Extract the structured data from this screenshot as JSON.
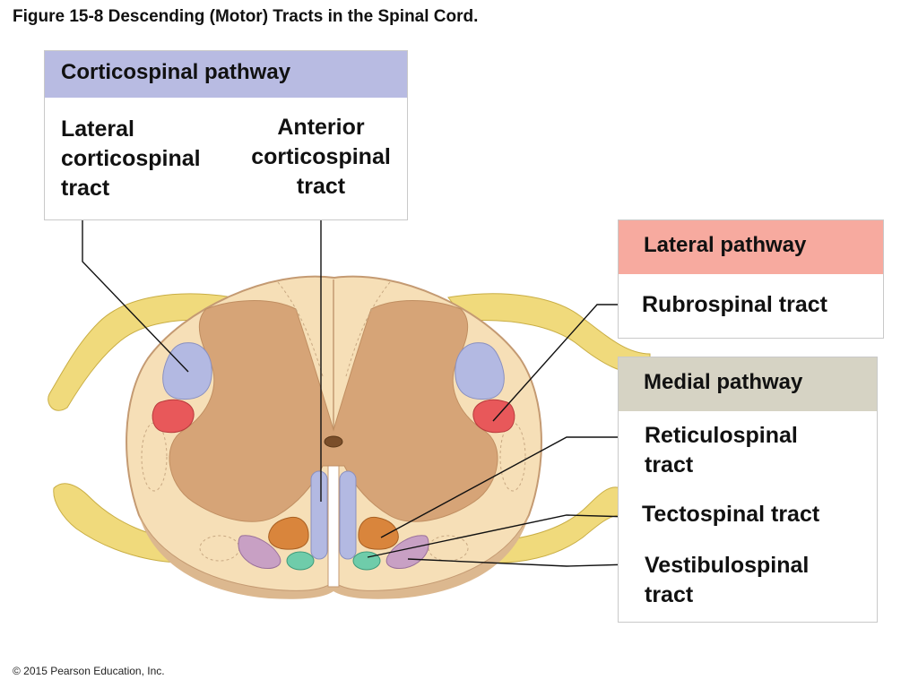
{
  "title": "Figure 15-8 Descending (Motor) Tracts in the Spinal Cord.",
  "copyright": "© 2015 Pearson Education, Inc.",
  "colors": {
    "corticospinal_header": "#b8bbe2",
    "lateral_header": "#f7aa9f",
    "medial_header": "#d6d3c4",
    "white_matter": "#f6dfb7",
    "gray_matter": "#d6a477",
    "nerve_root": "#f0da7c",
    "corticospinal_tract": "#b3b9e2",
    "rubrospinal_tract": "#e8585a",
    "reticulospinal_tract": "#d9853c",
    "tectospinal_tract": "#6fccaa",
    "vestibulospinal_tract": "#c8a0c4"
  },
  "corticospinal_box": {
    "header": "Corticospinal pathway",
    "lateral_label": "Lateral\ncorticospinal\ntract",
    "anterior_label": "Anterior\ncorticospinal\ntract"
  },
  "lateral_box": {
    "header": "Lateral pathway",
    "rubrospinal_label": "Rubrospinal tract"
  },
  "medial_box": {
    "header": "Medial pathway",
    "reticulospinal_label": "Reticulospinal\ntract",
    "tectospinal_label": "Tectospinal tract",
    "vestibulospinal_label": "Vestibulospinal\ntract"
  }
}
